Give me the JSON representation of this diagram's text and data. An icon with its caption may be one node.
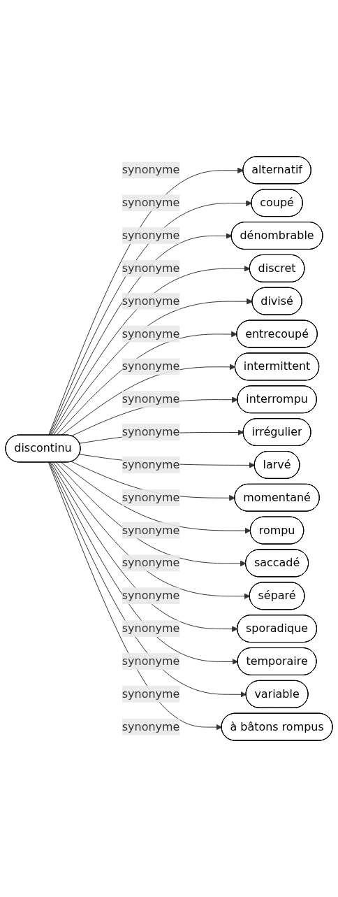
{
  "diagram": {
    "nodes": [
      {
        "text": [
          "discontinu"
        ]
      },
      {
        "text": [
          "alternatif"
        ]
      },
      {
        "text": [
          "coupé"
        ]
      },
      {
        "text": [
          "dénombrable"
        ]
      },
      {
        "text": [
          "discret"
        ]
      },
      {
        "text": [
          "divisé"
        ]
      },
      {
        "text": [
          "entrecoupé"
        ]
      },
      {
        "text": [
          "intermittent"
        ]
      },
      {
        "text": [
          "interrompu"
        ]
      },
      {
        "text": [
          "irrégulier"
        ]
      },
      {
        "text": [
          "larvé"
        ]
      },
      {
        "text": [
          "momentané"
        ]
      },
      {
        "text": [
          "rompu"
        ]
      },
      {
        "text": [
          "saccadé"
        ]
      },
      {
        "text": [
          "séparé"
        ]
      },
      {
        "text": [
          "sporadique"
        ]
      },
      {
        "text": [
          "temporaire"
        ]
      },
      {
        "text": [
          "variable"
        ]
      },
      {
        "text": [
          "à bâtons rompus"
        ]
      }
    ],
    "edges": [
      {
        "from": 0,
        "to": 1,
        "arrow": "to",
        "label": "synonyme"
      },
      {
        "from": 0,
        "to": 2,
        "arrow": "to",
        "label": "synonyme"
      },
      {
        "from": 0,
        "to": 3,
        "arrow": "to",
        "label": "synonyme"
      },
      {
        "from": 0,
        "to": 4,
        "arrow": "to",
        "label": "synonyme"
      },
      {
        "from": 0,
        "to": 5,
        "arrow": "to",
        "label": "synonyme"
      },
      {
        "from": 0,
        "to": 6,
        "arrow": "to",
        "label": "synonyme"
      },
      {
        "from": 0,
        "to": 7,
        "arrow": "to",
        "label": "synonyme"
      },
      {
        "from": 0,
        "to": 8,
        "arrow": "to",
        "label": "synonyme"
      },
      {
        "from": 0,
        "to": 9,
        "arrow": "to",
        "label": "synonyme"
      },
      {
        "from": 0,
        "to": 10,
        "arrow": "to",
        "label": "synonyme"
      },
      {
        "from": 0,
        "to": 11,
        "arrow": "to",
        "label": "synonyme"
      },
      {
        "from": 0,
        "to": 12,
        "arrow": "to",
        "label": "synonyme"
      },
      {
        "from": 0,
        "to": 13,
        "arrow": "to",
        "label": "synonyme"
      },
      {
        "from": 0,
        "to": 14,
        "arrow": "to",
        "label": "synonyme"
      },
      {
        "from": 0,
        "to": 15,
        "arrow": "to",
        "label": "synonyme"
      },
      {
        "from": 0,
        "to": 16,
        "arrow": "to",
        "label": "synonyme"
      },
      {
        "from": 0,
        "to": 17,
        "arrow": "to",
        "label": "synonyme"
      },
      {
        "from": 0,
        "to": 18,
        "arrow": "to",
        "label": "synonyme"
      }
    ]
  }
}
